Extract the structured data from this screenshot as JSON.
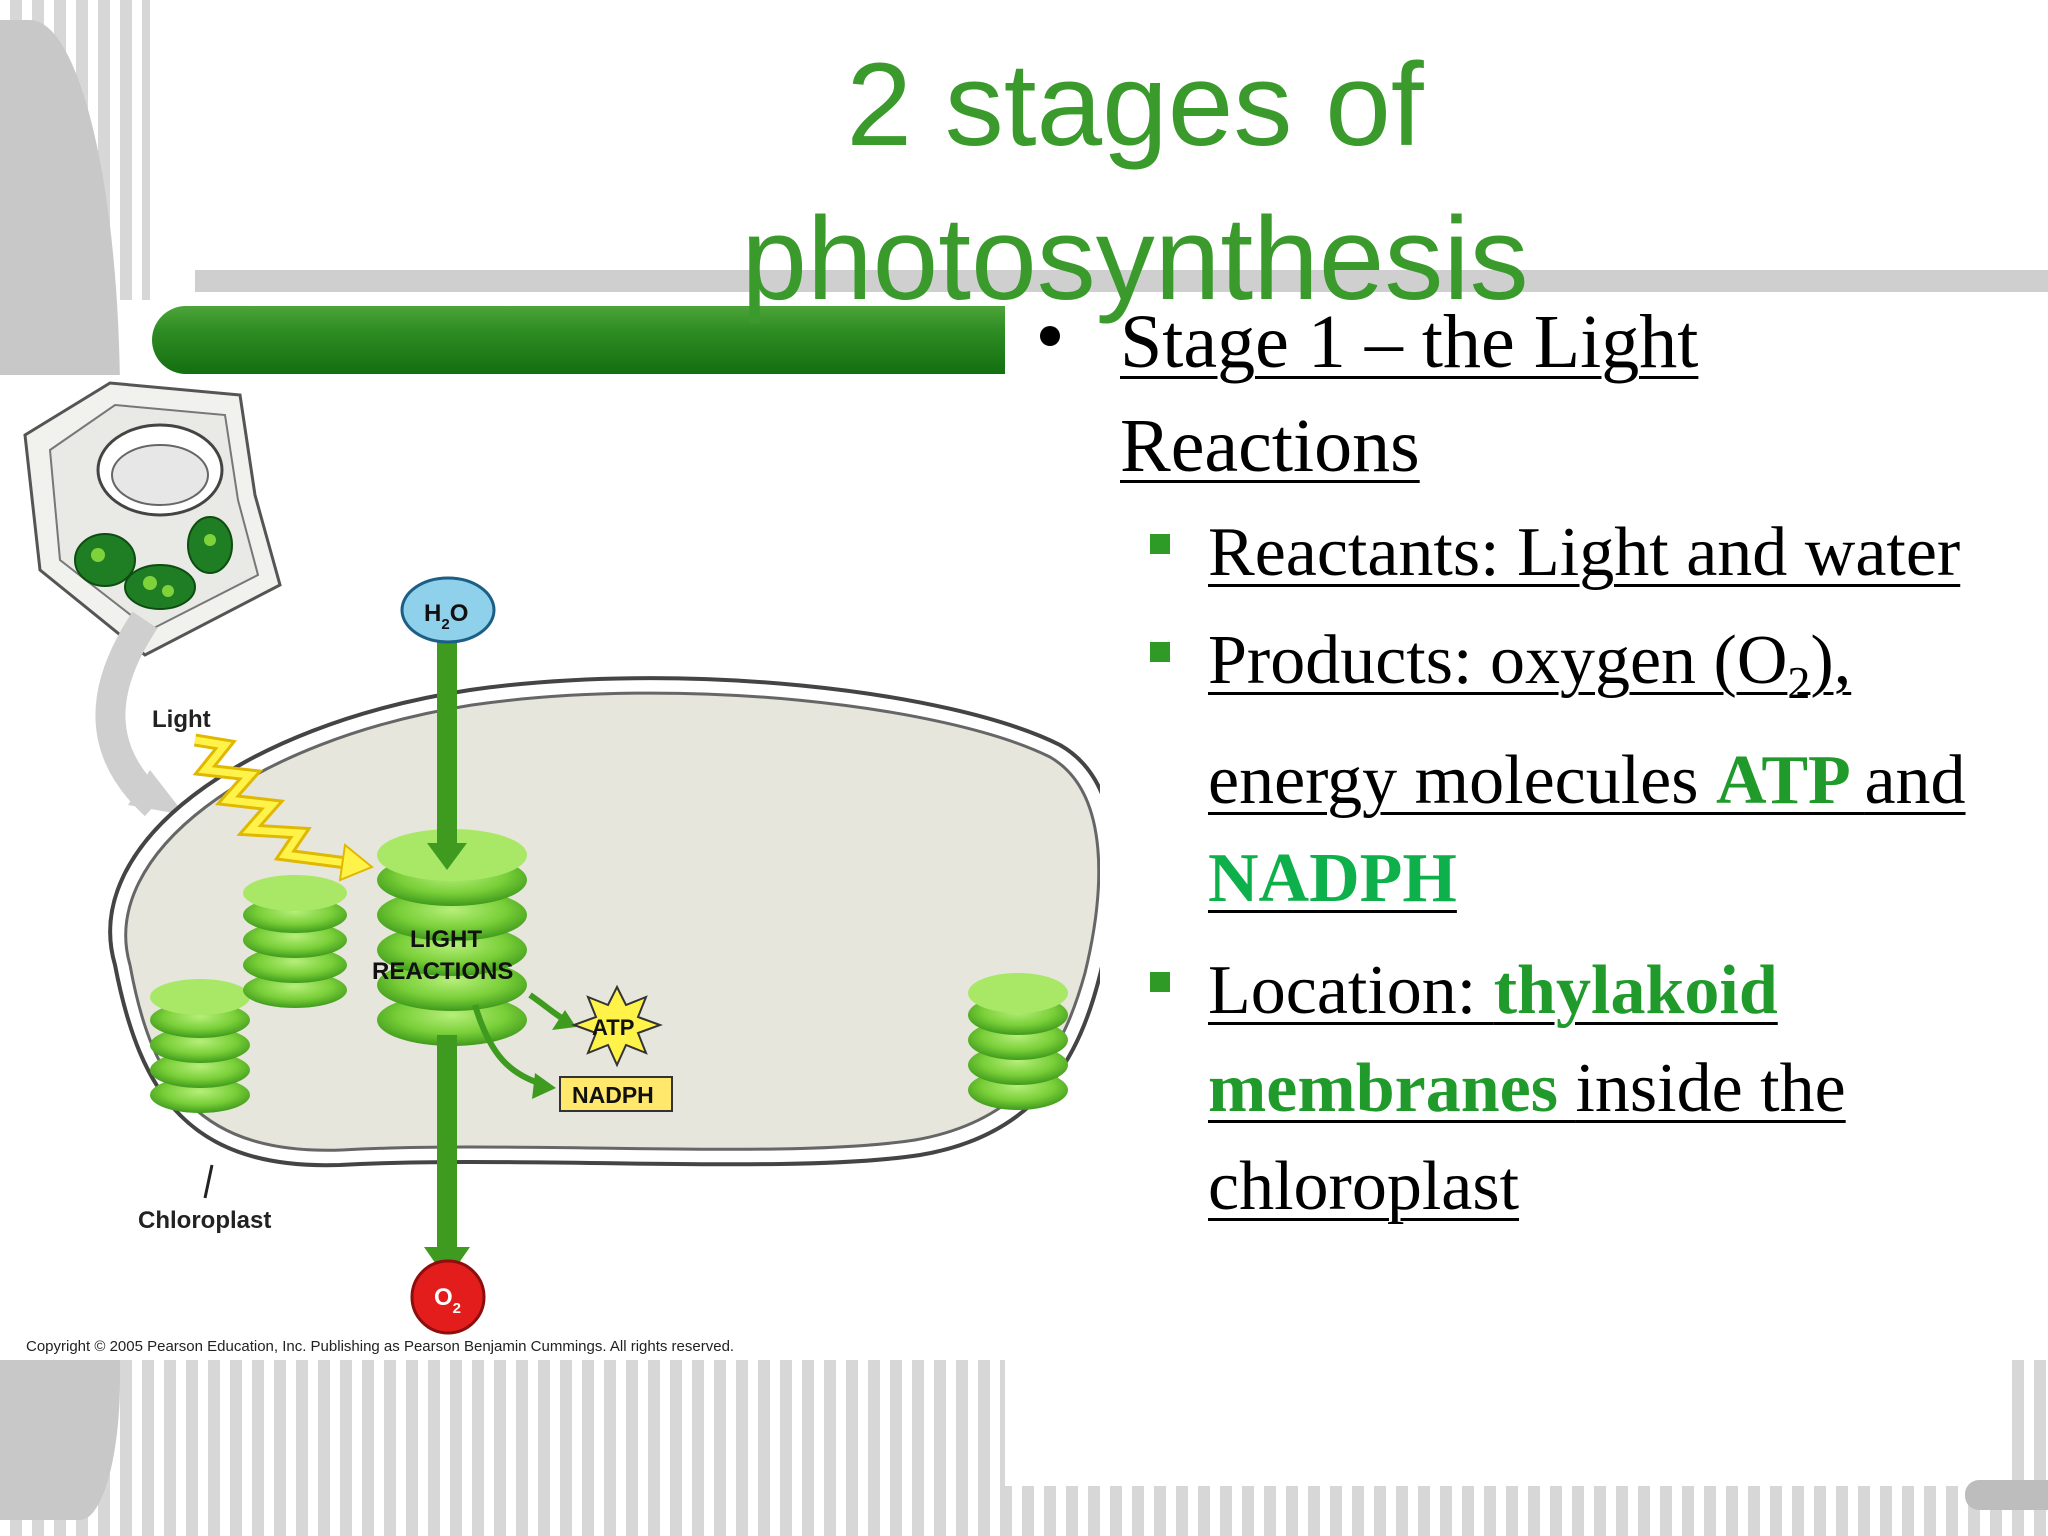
{
  "slide": {
    "title": "2 stages of photosynthesis",
    "bullets": [
      {
        "text": "Stage 1 – the Light Reactions",
        "sub": [
          {
            "parts": [
              "Reactants: Light and water"
            ]
          },
          {
            "parts": [
              "Products: oxygen (O",
              "2",
              "), energy molecules ",
              "ATP ",
              "and ",
              "NADPH"
            ]
          },
          {
            "parts": [
              "Location: ",
              "thylakoid membranes ",
              "inside the chloroplast"
            ]
          }
        ]
      }
    ]
  },
  "diagram": {
    "labels": {
      "h2o": "H",
      "h2o_sub": "2",
      "h2o_tail": "O",
      "light": "Light",
      "light_reactions_1": "LIGHT",
      "light_reactions_2": "REACTIONS",
      "atp": "ATP",
      "nadph": "NADPH",
      "chloroplast": "Chloroplast",
      "o2": "O",
      "o2_sub": "2"
    },
    "copyright": "Copyright © 2005 Pearson Education, Inc. Publishing as Pearson Benjamin Cummings. All rights reserved."
  },
  "colors": {
    "title_green": "#3a9a2c",
    "highlight_green": "#1f9a2b",
    "thylakoid_green": "#7ed33b",
    "arrow_green": "#3f9b1f",
    "water_blue": "#8fd0ea",
    "oxygen_red": "#e31c1c",
    "label_yellow": "#ffe86b"
  }
}
